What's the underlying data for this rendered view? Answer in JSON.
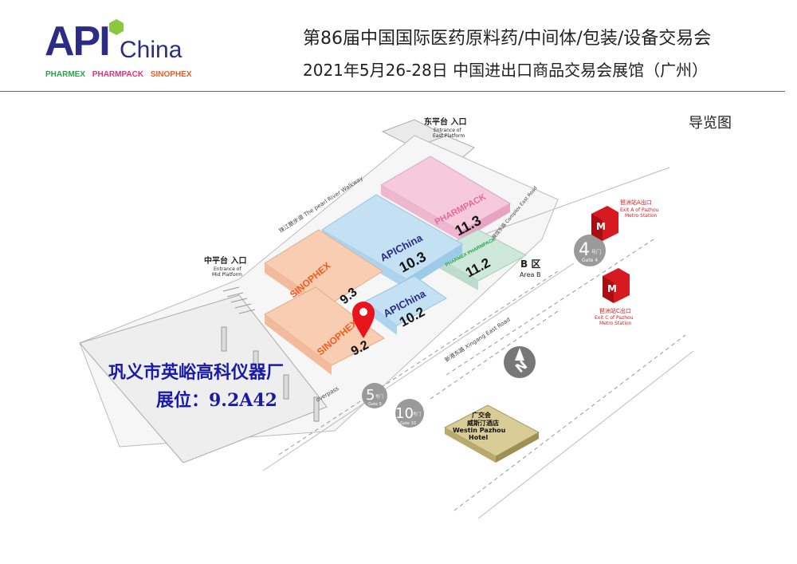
{
  "header": {
    "logo_api": "API",
    "logo_china": "China",
    "logo_brands": [
      "PHARMEX",
      "PHARMPACK",
      "SINOPHEX"
    ],
    "title_line1": "第86届中国国际医药原料药/中间体/包装/设备交易会",
    "title_line2": "2021年5月26-28日  中国进出口商品交易会展馆（广州）"
  },
  "map_title": "导览图",
  "labels": {
    "east_platform_cn": "东平台 入口",
    "east_platform_en1": "Entrance of",
    "east_platform_en2": "East Platform",
    "mid_platform_cn": "中平台 入口",
    "mid_platform_en1": "Entrance of",
    "mid_platform_en2": "Mid Platform",
    "walkway": "珠江散步道 The pearl River Walkway",
    "complex_road": "展馆东路 Complex East Road",
    "xingang_road": "新港东路 Xingang East Road",
    "overpass": "overpass",
    "area_b_cn": "B 区",
    "area_b_en": "Area B",
    "metro_a_cn": "琶洲站A出口",
    "metro_a_en1": "Exit A of Pazhou",
    "metro_a_en2": "Metro Station",
    "metro_c_cn": "琶洲站C出口",
    "metro_c_en1": "Exit C of Pazhou",
    "metro_c_en2": "Metro Station",
    "hotel_cn1": "广交会",
    "hotel_cn2": "威斯汀酒店",
    "hotel_en1": "Westin Pazhou",
    "hotel_en2": "Hotel"
  },
  "gates": [
    {
      "num": "4",
      "unit": "号门",
      "en": "Gate 4"
    },
    {
      "num": "5",
      "unit": "号门",
      "en": "Gate 5"
    },
    {
      "num": "10",
      "unit": "号门",
      "en": "Gate 10"
    }
  ],
  "halls": [
    {
      "id": "11.3",
      "brand": "PHARMPACK",
      "num": "11.3"
    },
    {
      "id": "10.3",
      "brand": "APIChina",
      "num": "10.3"
    },
    {
      "id": "11.2",
      "brand": "PHARMEX PHARMPACK",
      "num": "11.2"
    },
    {
      "id": "9.3",
      "brand": "SINOPHEX",
      "num": "9.3"
    },
    {
      "id": "10.2",
      "brand": "APIChina",
      "num": "10.2"
    },
    {
      "id": "9.2",
      "brand": "SINOPHEX",
      "num": "9.2"
    }
  ],
  "compass": "N",
  "exhibitor": {
    "company": "巩义市英峪高科仪器厂",
    "booth": "展位：9.2A42"
  },
  "colors": {
    "brand_blue": "#2c2c86",
    "pharmpack_pink": "#f6c9dd",
    "api_blue": "#c4e1f4",
    "sinophex_orange": "#f8cdb1",
    "pharmex_green": "#cfe8dc",
    "marker_red": "#e8141c",
    "metro_red": "#d71920",
    "exhibitor_text": "#1a1aa8"
  }
}
